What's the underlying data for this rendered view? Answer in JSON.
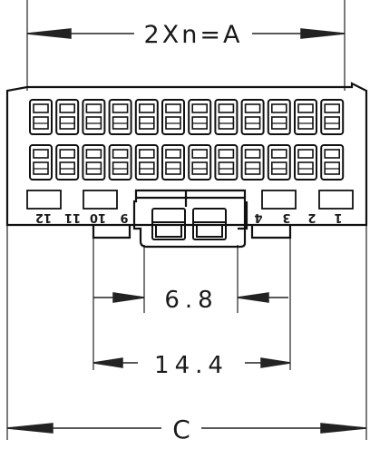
{
  "dimensions": {
    "top": "2Xn=A",
    "inner": "6.8",
    "middle": "14.4",
    "bottom": "C"
  },
  "pin_labels": {
    "p12": "12",
    "p11": "11",
    "p10": "10",
    "p9": "9",
    "p4": "4",
    "p3": "3",
    "p2": "2",
    "p1": "1"
  },
  "terminal_rows": 2,
  "terminals_per_row": 12
}
